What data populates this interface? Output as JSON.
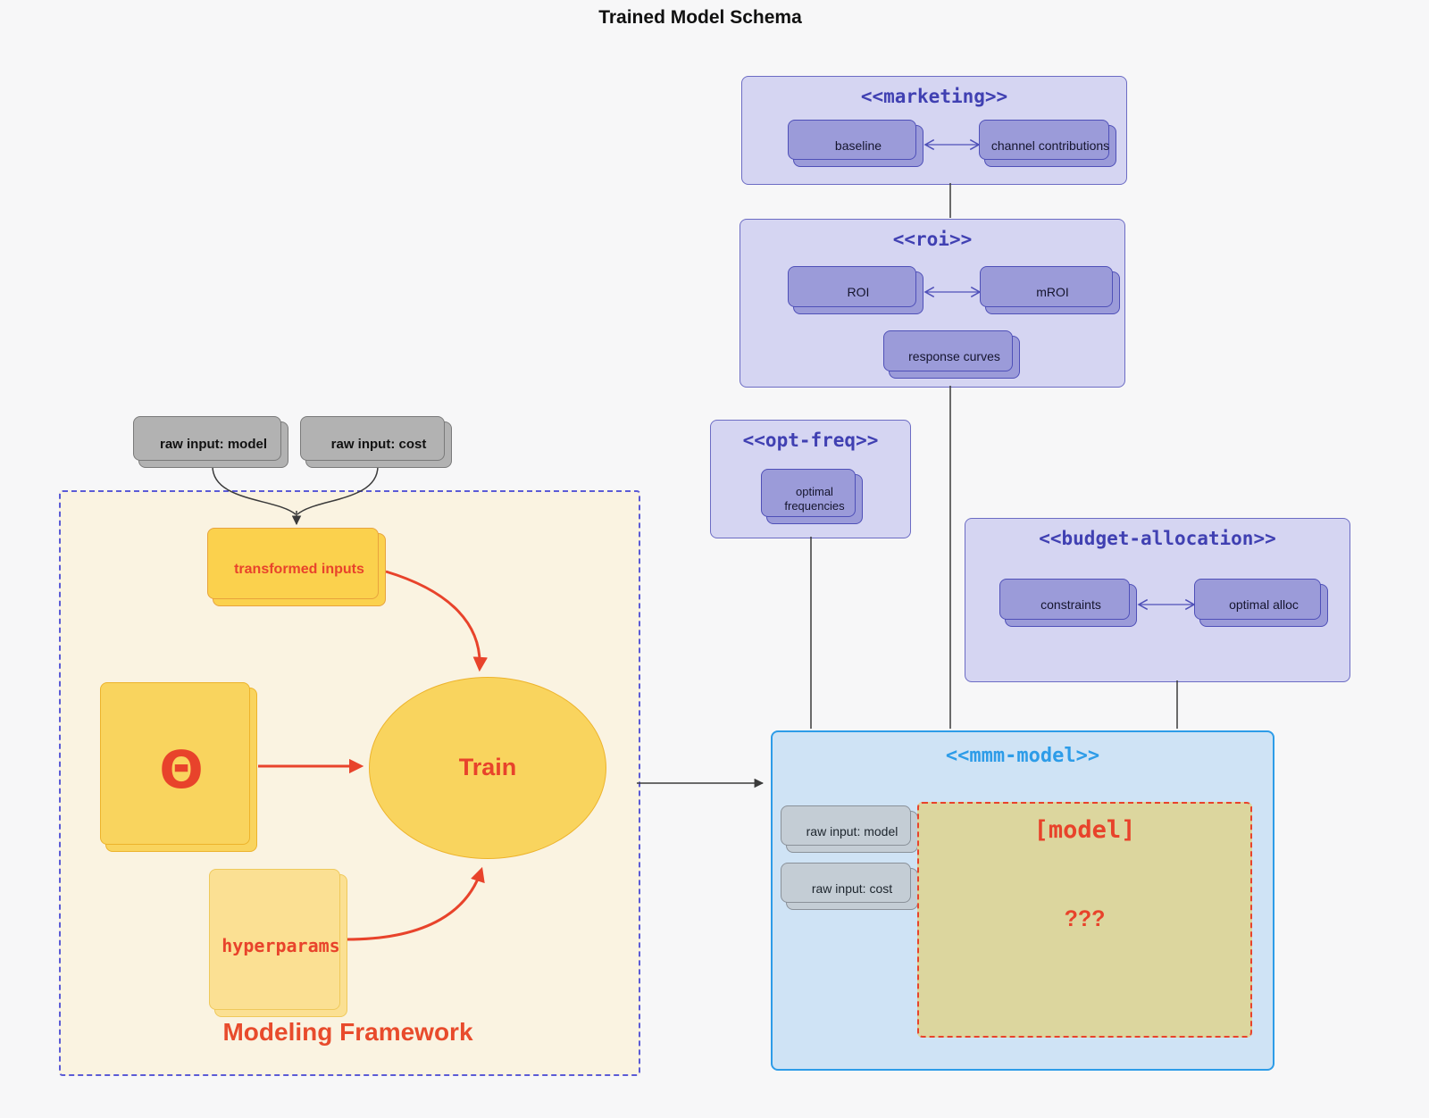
{
  "page_title": "Trained Model Schema",
  "colors": {
    "purple_container_fill": "#d5d5f2",
    "purple_container_border": "#6c6cc4",
    "purple_title_text": "#4040b2",
    "purple_node_fill": "#9b9bd9",
    "purple_node_border": "#4f50b8",
    "blue_container_fill": "#cfe3f5",
    "blue_container_border": "#2d9ce8",
    "red_accent": "#e8432b",
    "yellow_node_fill": "#fbd14d",
    "khaki_model_fill": "#dcd69e",
    "gray_node_fill": "#b2b2b2",
    "framework_fill": "#faf3e1",
    "framework_border": "#5b5bd6"
  },
  "marketing": {
    "title": "<<marketing>>",
    "baseline": "baseline",
    "channel_contributions": "channel contributions"
  },
  "roi": {
    "title": "<<roi>>",
    "roi": "ROI",
    "mroi": "mROI",
    "response_curves": "response curves"
  },
  "opt_freq": {
    "title": "<<opt-freq>>",
    "optimal_frequencies": "optimal frequencies"
  },
  "budget_allocation": {
    "title": "<<budget-allocation>>",
    "constraints": "constraints",
    "optimal_alloc": "optimal alloc"
  },
  "mmm_model": {
    "title": "<<mmm-model>>",
    "raw_input_model": "raw input: model",
    "raw_input_cost": "raw input: cost",
    "model": "[model]",
    "unknown": "???"
  },
  "raw_inputs": {
    "model": "raw input: model",
    "cost": "raw input: cost"
  },
  "framework": {
    "label": "Modeling Framework",
    "transformed_inputs": "transformed inputs",
    "theta": "Θ",
    "train": "Train",
    "hyperparams": "hyperparams"
  }
}
